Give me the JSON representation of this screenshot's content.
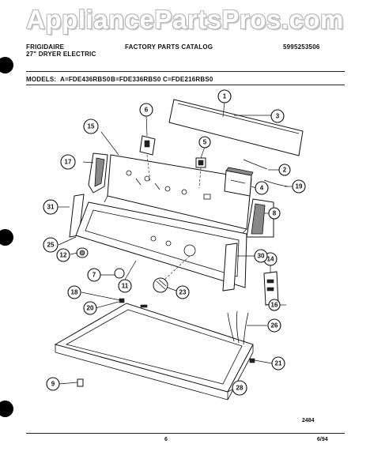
{
  "watermark": "AppliancePartsPros.com",
  "header": {
    "brand": "FRIGIDAIRE",
    "product": "27\" DRYER ELECTRIC",
    "catalog": "FACTORY PARTS CATALOG",
    "part_number": "5995253506"
  },
  "models": {
    "label": "MODELS:",
    "a": "A=FDE436RBS0",
    "b": "B=FDE336RBS0",
    "c": "C=FDE216RBS0"
  },
  "callouts": [
    "1",
    "2",
    "3",
    "4",
    "5",
    "6",
    "7",
    "8",
    "9",
    "11",
    "12",
    "14",
    "15",
    "16",
    "17",
    "18",
    "19",
    "20",
    "21",
    "23",
    "25",
    "26",
    "28",
    "30",
    "31"
  ],
  "figure_number": "2484",
  "footer": {
    "page": "6",
    "date": "6/94"
  }
}
